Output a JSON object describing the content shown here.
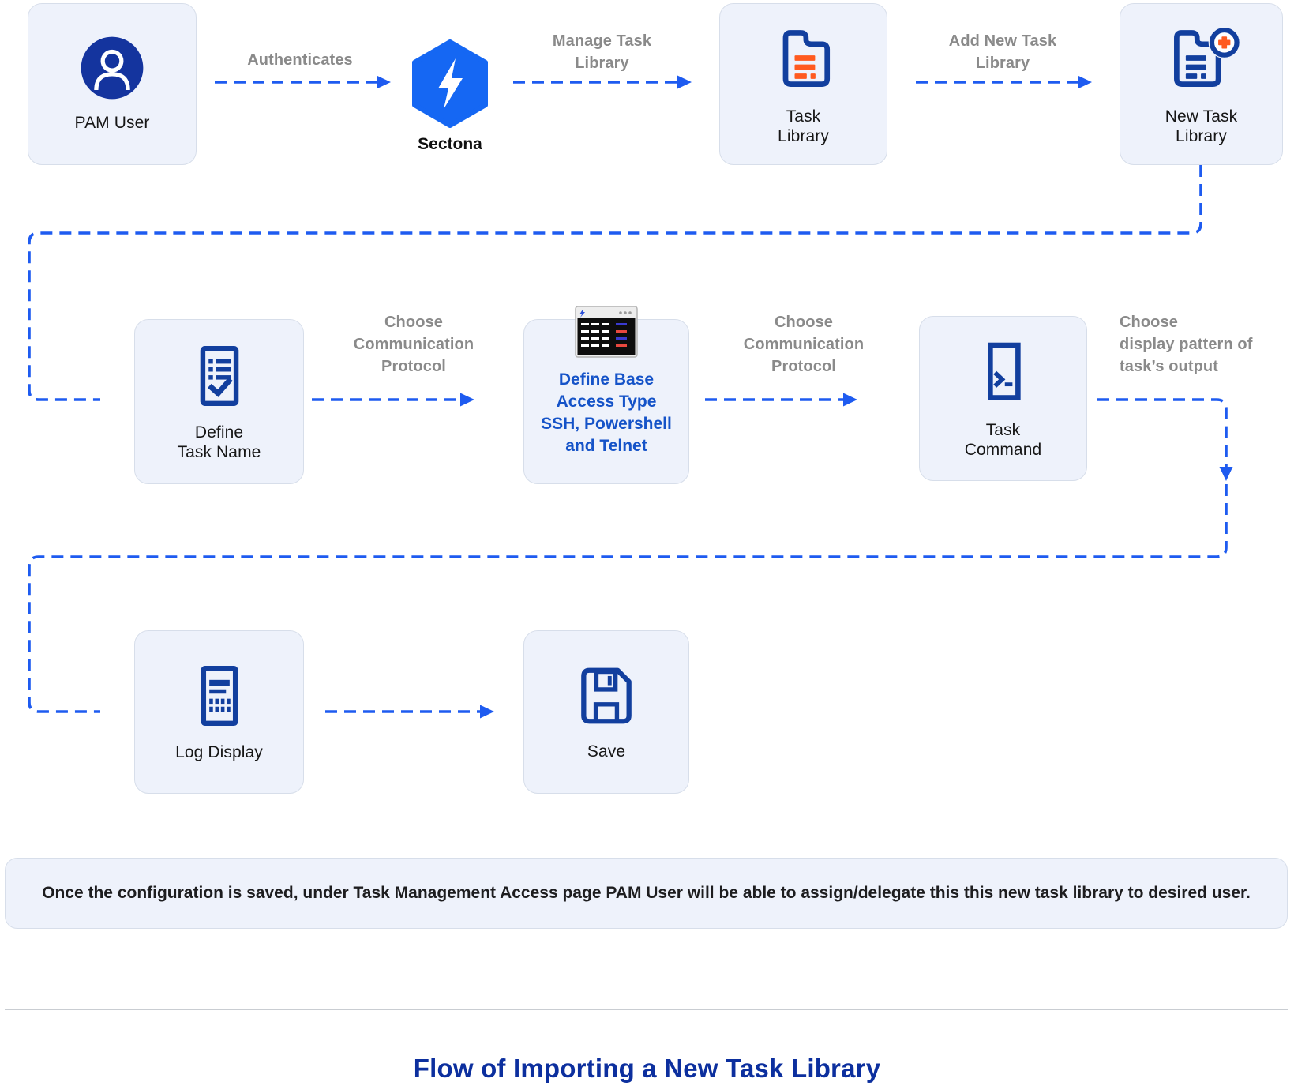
{
  "title": "Flow of Importing a New Task Library",
  "note": "Once the configuration is saved, under Task Management Access page PAM User will be able to assign/delegate this this new task library to desired user.",
  "nodes": {
    "pam_user": {
      "label": "PAM User",
      "icon": "user-avatar-icon"
    },
    "sectona": {
      "label": "Sectona",
      "icon": "sectona-hexagon-bolt-icon"
    },
    "task_library": {
      "lines": [
        "Task",
        "Library"
      ],
      "icon": "document-orange-lines-icon"
    },
    "new_task_library": {
      "lines": [
        "New Task",
        "Library"
      ],
      "icon": "document-add-badge-icon"
    },
    "define_task_name": {
      "lines": [
        "Define",
        "Task Name"
      ],
      "icon": "checklist-document-icon"
    },
    "define_base": {
      "lines": [
        "Define Base",
        "Access Type",
        "SSH, Powershell",
        "and Telnet"
      ],
      "icon": "terminal-window-thumbnail"
    },
    "task_command": {
      "lines": [
        "Task",
        "Command"
      ],
      "icon": "terminal-prompt-icon"
    },
    "log_display": {
      "label": "Log Display",
      "icon": "log-report-icon"
    },
    "save": {
      "label": "Save",
      "icon": "floppy-save-icon"
    }
  },
  "edges": {
    "authenticates": {
      "lines": [
        "Authenticates"
      ]
    },
    "manage_task_library": {
      "lines": [
        "Manage Task",
        "Library"
      ]
    },
    "add_new_task_library": {
      "lines": [
        "Add New Task",
        "Library"
      ]
    },
    "choose_protocol_1": {
      "lines": [
        "Choose",
        "Communication",
        "Protocol"
      ]
    },
    "choose_protocol_2": {
      "lines": [
        "Choose",
        "Communication",
        "Protocol"
      ]
    },
    "choose_display_pattern": {
      "lines": [
        "Choose",
        "display pattern of",
        "task’s output"
      ]
    }
  },
  "colors": {
    "connector_blue": "#1e5bf0",
    "icon_navy": "#123f9e",
    "avatar_navy": "#14349e",
    "orange": "#ff5a1f",
    "box_fill": "#eef2fb",
    "box_border": "#d7deea",
    "gray_label": "#8a8a8a",
    "base_text_blue": "#1553c8",
    "hexagon_blue": "#1567f3",
    "title_blue": "#0c2f9e"
  }
}
